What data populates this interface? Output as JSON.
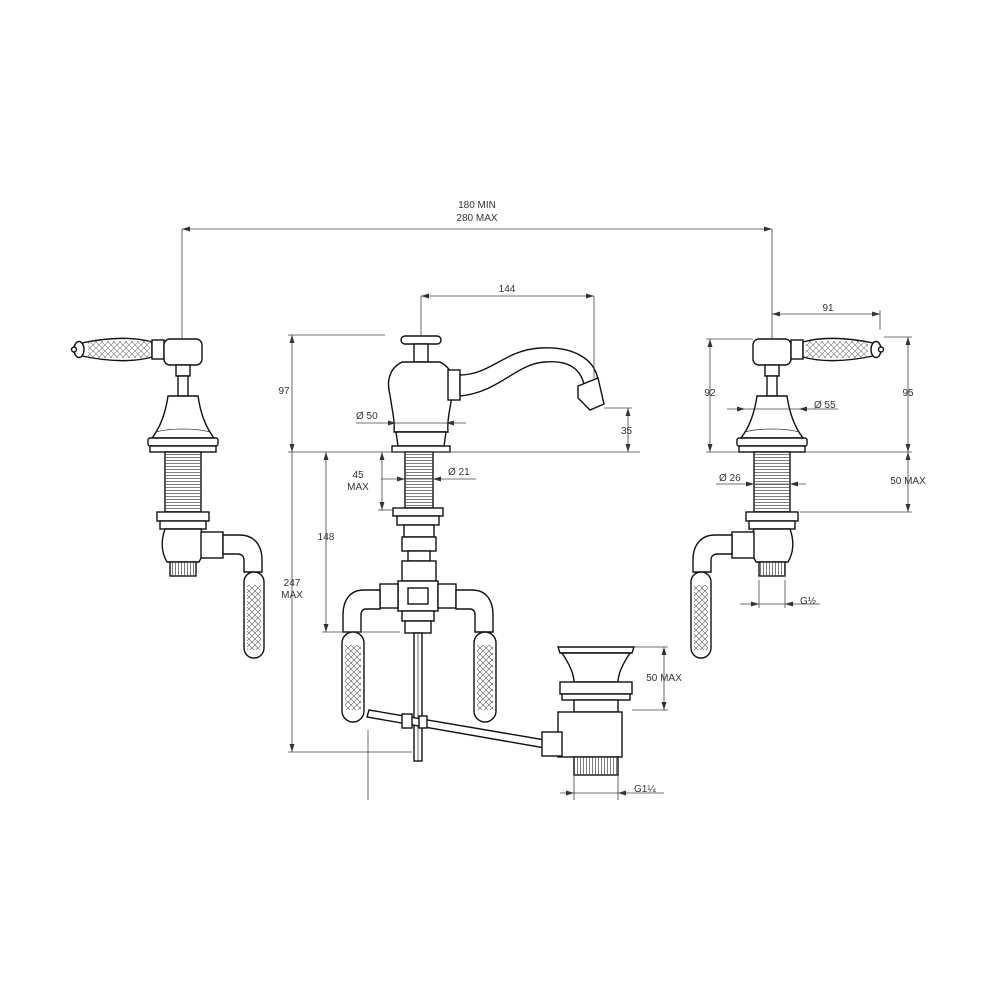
{
  "dimensions": {
    "overall_min": "180 MIN",
    "overall_max": "280 MAX",
    "spout_reach": "144",
    "handle_reach": "91",
    "spout_height": "97",
    "spout_outlet": "35",
    "spout_base_dia": "Ø 50",
    "shank_dia": "Ø 21",
    "deck_thickness_val": "45",
    "deck_thickness_max": "MAX",
    "body_depth": "148",
    "total_depth_val": "247",
    "total_depth_max": "MAX",
    "valve_height": "92",
    "valve_total": "95",
    "valve_base_dia": "Ø 55",
    "valve_shank_dia": "Ø 26",
    "valve_deck_max": "50 MAX",
    "inlet_thread": "G½",
    "waste_deck_max": "50 MAX",
    "waste_thread": "G1¼"
  }
}
